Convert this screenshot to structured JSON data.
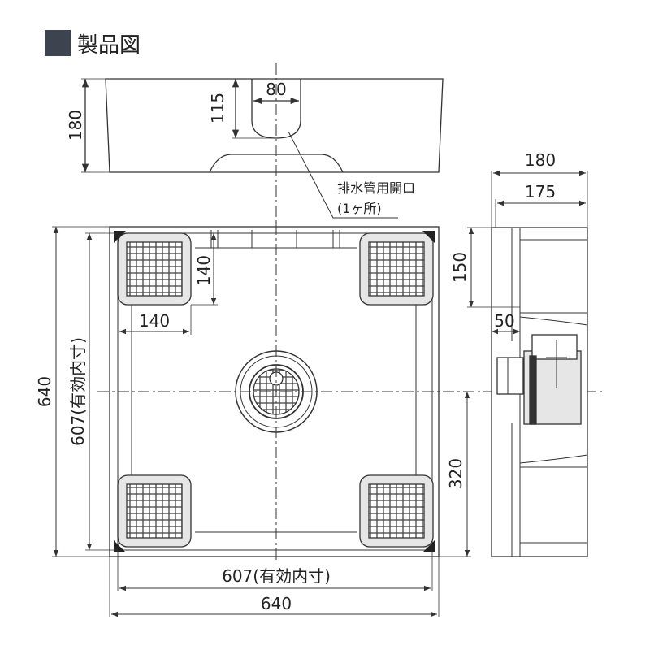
{
  "title": "製品図",
  "colors": {
    "title_square": "#3d4450",
    "line": "#333333",
    "pad_fill": "#e6e6e6",
    "body_fill": "#ffffff",
    "dimension": "#333333"
  },
  "front_view": {
    "dims": {
      "height": "180",
      "drain_depth": "115",
      "drain_width": "80"
    },
    "drain_label": "排水管用開口",
    "drain_label_count": "(1ヶ所)"
  },
  "top_view": {
    "dims": {
      "pad_height": "140",
      "pad_width": "140",
      "overall_height": "640",
      "inner_height": "607(有効内寸)",
      "drain_offset": "320",
      "inner_width": "607(有効内寸)",
      "overall_width": "640"
    }
  },
  "side_view": {
    "dims": {
      "overall_depth": "180",
      "inner_depth": "175",
      "rim_height": "150",
      "step": "50"
    }
  }
}
